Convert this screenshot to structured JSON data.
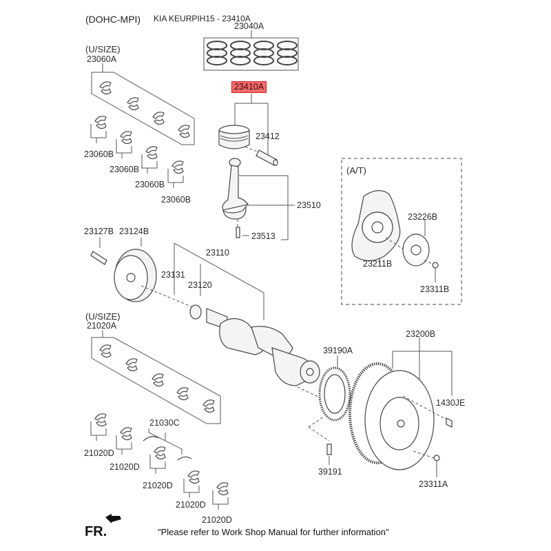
{
  "header": {
    "engine": "(DOHC-MPI)",
    "title": "KIA KEURPIH15 - 23410A"
  },
  "highlight": {
    "part": "23410A",
    "color": "#f26b6b"
  },
  "groups": {
    "upper_bearing_undersize": "(U/SIZE)",
    "lower_bearing_undersize": "(U/SIZE)",
    "auto_transmission": "(A/T)"
  },
  "parts": {
    "piston_rings": "23040A",
    "piston_assy": "23410A",
    "piston_pin": "23412",
    "conrod_assy": "23510",
    "conrod_bolt": "23513",
    "conrod_bearing_set": "23060A",
    "conrod_bearing_1": "23060B",
    "conrod_bearing_2": "23060B",
    "conrod_bearing_3": "23060B",
    "conrod_bearing_4": "23060B",
    "pulley_bolt": "23127B",
    "damper_pulley": "23124B",
    "crankshaft": "23110",
    "key": "23131",
    "sprocket": "23120",
    "main_bearing_set": "21020A",
    "thrust_washer": "21030C",
    "main_bearing_1": "21020D",
    "main_bearing_2": "21020D",
    "main_bearing_3": "21020D",
    "main_bearing_4": "21020D",
    "main_bearing_5": "21020D",
    "drive_plate": "23211B",
    "drive_plate_adapter": "23226B",
    "drive_plate_bolt": "23311B",
    "sensor_wheel": "39190A",
    "sensor_bolt": "39191",
    "flywheel_assy": "23200B",
    "flywheel_pin": "1430JE",
    "flywheel_bolt": "23311A"
  },
  "footer": {
    "front_marker": "FR.",
    "note": "\"Please refer to Work Shop Manual for further information\""
  }
}
